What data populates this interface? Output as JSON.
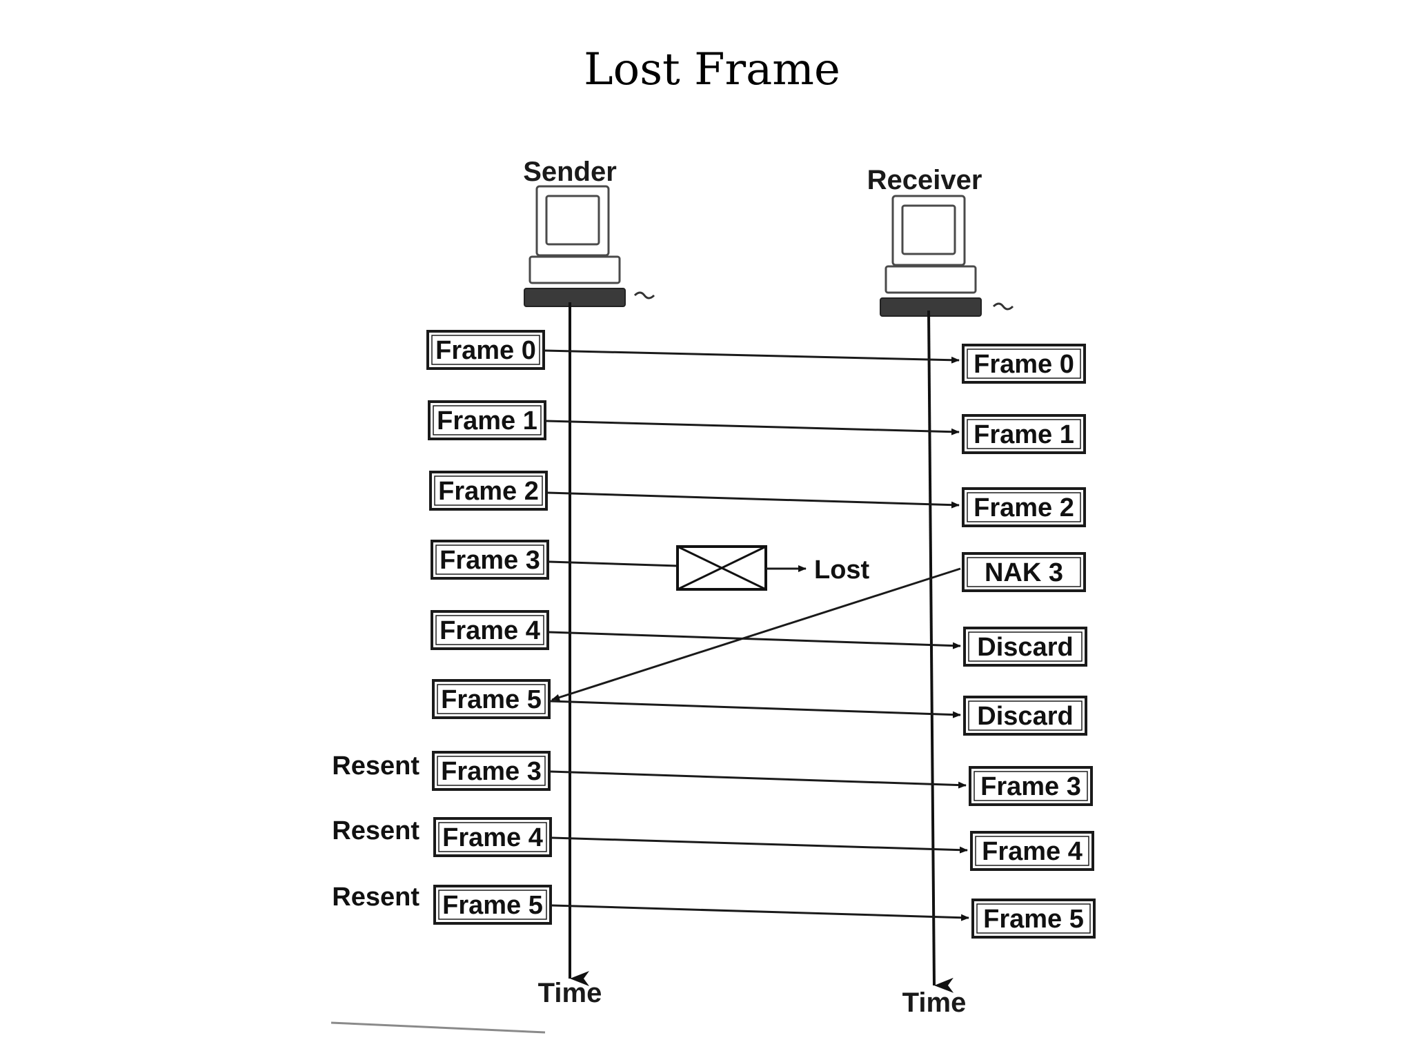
{
  "title": "Lost Frame",
  "sender_label": "Sender",
  "receiver_label": "Receiver",
  "time_label": "Time",
  "resent_label": "Resent",
  "lost_label": "Lost",
  "sender_frames": [
    {
      "label": "Frame 0",
      "resent": false
    },
    {
      "label": "Frame 1",
      "resent": false
    },
    {
      "label": "Frame 2",
      "resent": false
    },
    {
      "label": "Frame 3",
      "resent": false
    },
    {
      "label": "Frame 4",
      "resent": false
    },
    {
      "label": "Frame 5",
      "resent": false
    },
    {
      "label": "Frame 3",
      "resent": true
    },
    {
      "label": "Frame 4",
      "resent": true
    },
    {
      "label": "Frame 5",
      "resent": true
    }
  ],
  "receiver_events": [
    "Frame 0",
    "Frame 1",
    "Frame 2",
    "NAK 3",
    "Discard",
    "Discard",
    "Frame 3",
    "Frame 4",
    "Frame 5"
  ]
}
